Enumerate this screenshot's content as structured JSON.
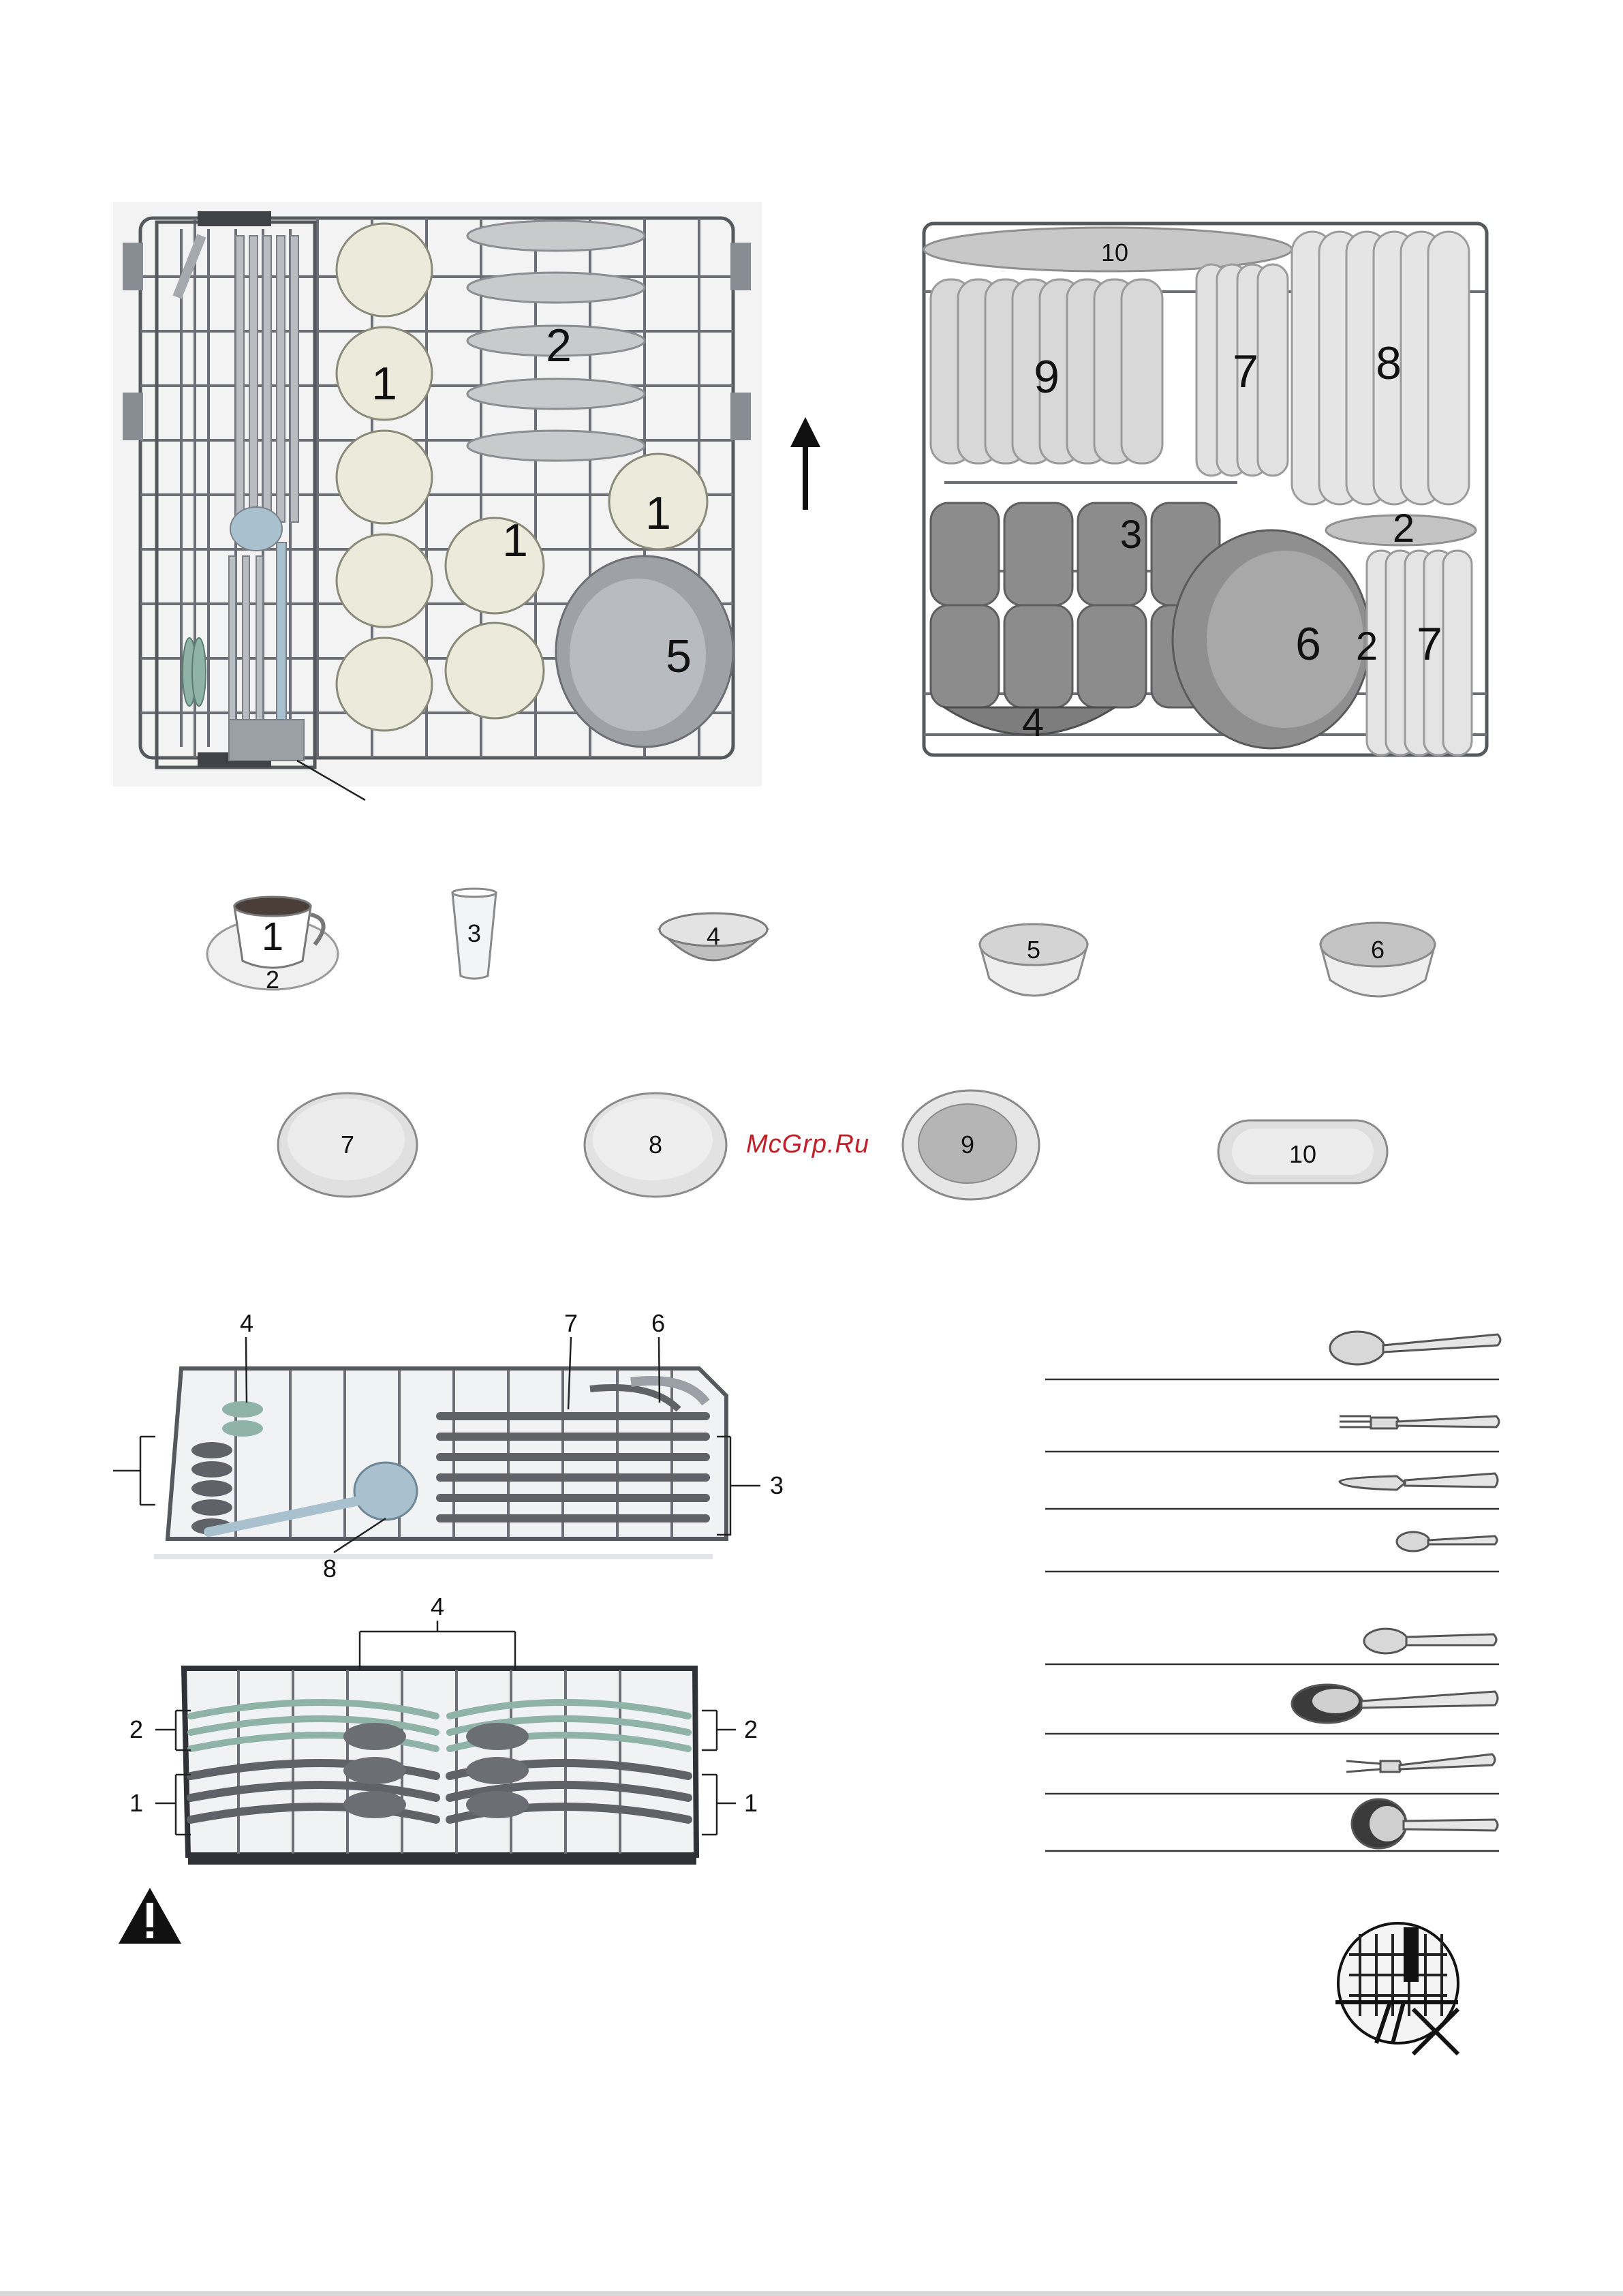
{
  "watermark": "McGrp.Ru",
  "upper_rack": {
    "labels": [
      "1",
      "1",
      "1",
      "1",
      "2",
      "5"
    ]
  },
  "lower_rack": {
    "labels": [
      "10",
      "9",
      "7",
      "8",
      "2",
      "3",
      "6",
      "2",
      "7",
      "4"
    ]
  },
  "legend_row1": {
    "cup": "1",
    "saucer": "2",
    "glass": "3",
    "bowl_small": "4",
    "bowl_medium": "5",
    "bowl_large": "6"
  },
  "legend_row2": {
    "plate_dessert": "7",
    "plate_dinner": "8",
    "plate_soup": "9",
    "oval_platter": "10"
  },
  "basket_top": {
    "labels": [
      "4",
      "7",
      "6",
      "3",
      "8"
    ]
  },
  "basket_bottom": {
    "labels": [
      "4",
      "2",
      "2",
      "1",
      "1"
    ]
  },
  "cutlery_icons": [
    "tablespoon-icon",
    "fork-icon",
    "knife-icon",
    "teaspoon-icon",
    "dessert-spoon-icon",
    "soup-spoon-icon",
    "serving-fork-icon",
    "ladle-icon"
  ],
  "colors": {
    "rack_wire": "#55585d",
    "china": "#ebeadb",
    "plate": "#cfcfcf",
    "cutlery_steel": "#9aa0a6",
    "cutlery_green": "#8fb3a6",
    "watermark": "#c0202a"
  }
}
